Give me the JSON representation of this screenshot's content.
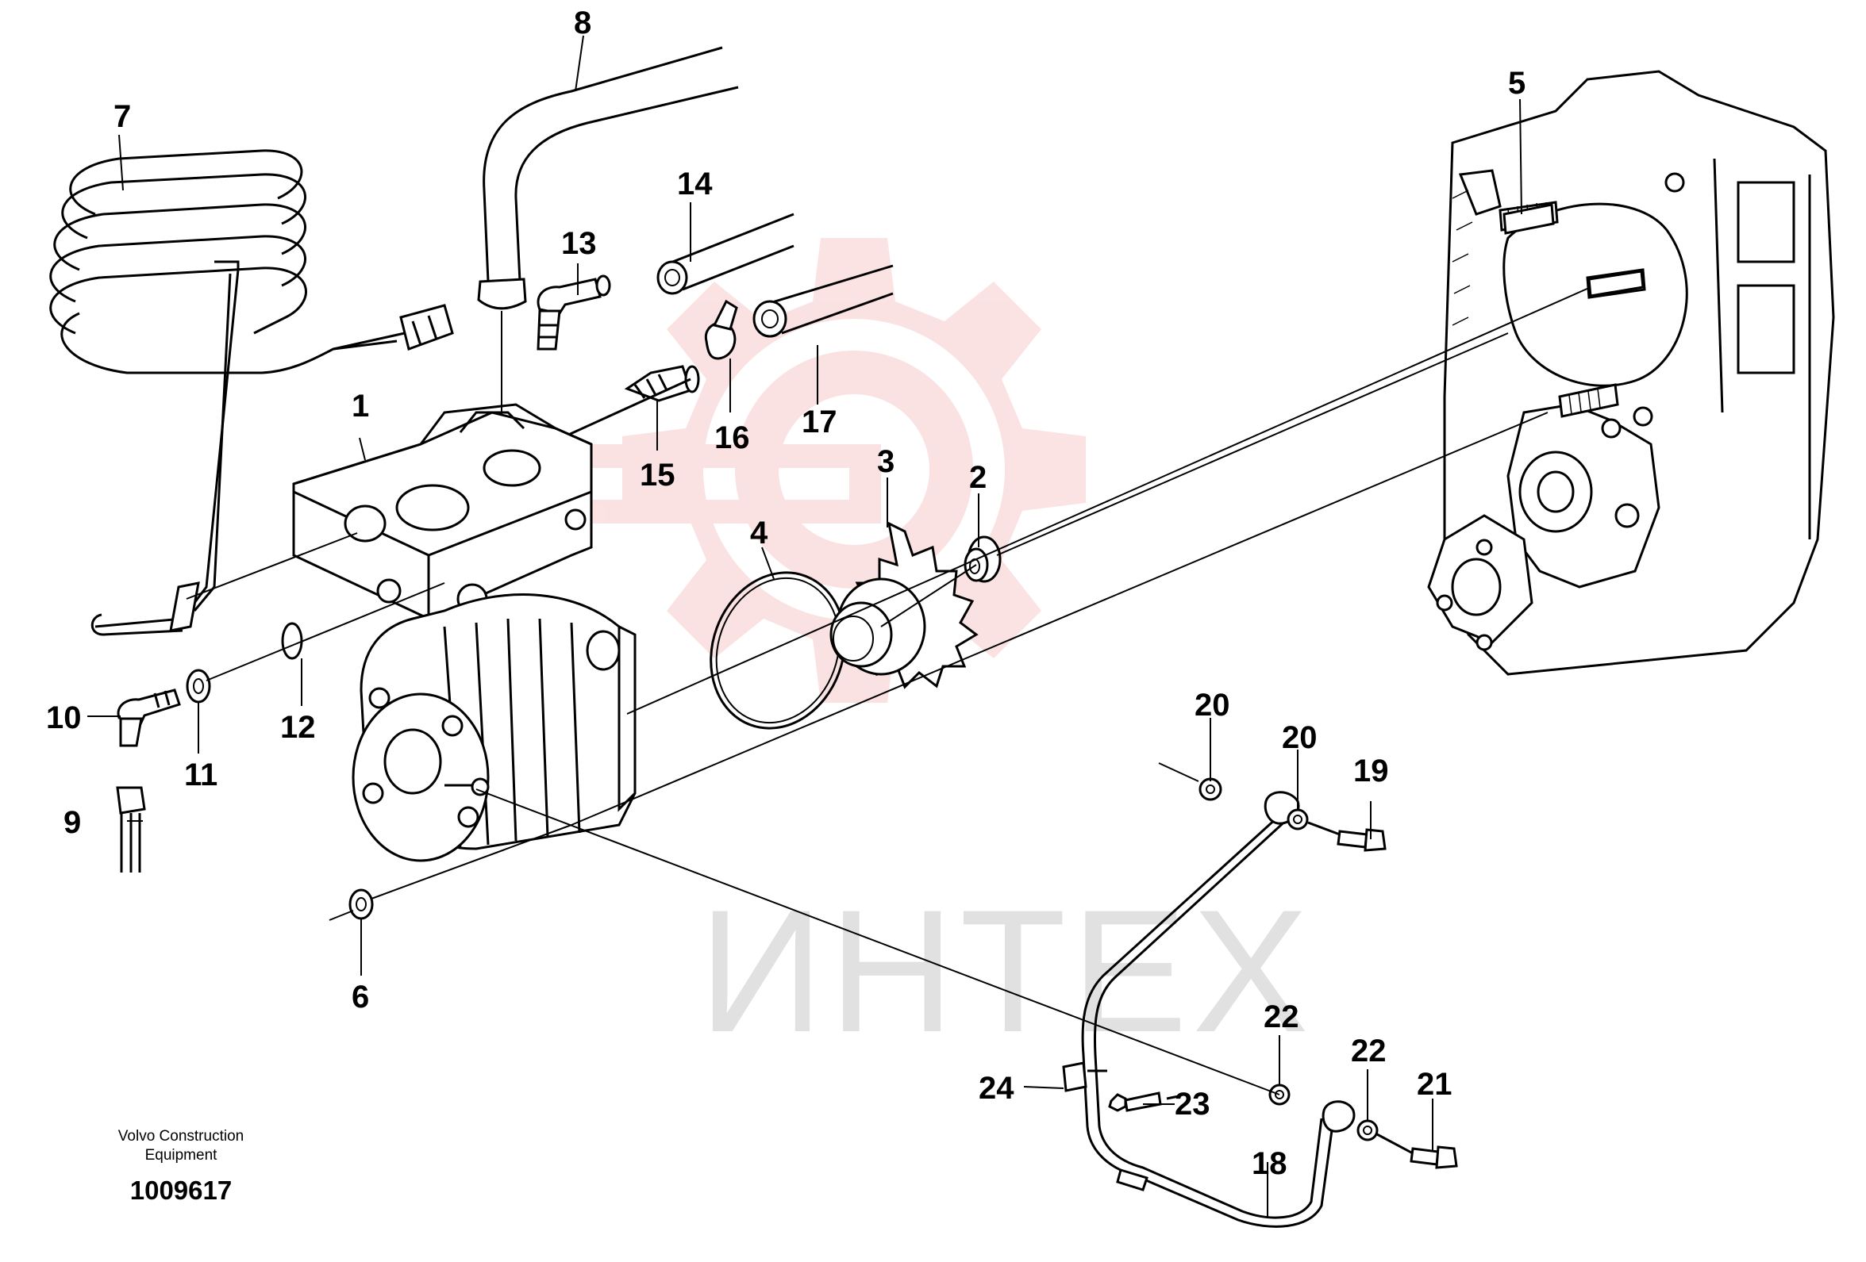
{
  "watermark": {
    "text": "ИНТЕХ",
    "color": "#f29a9a"
  },
  "caption": {
    "company_line1": "Volvo Construction",
    "company_line2": "Equipment",
    "drawing_number": "1009617"
  },
  "callouts": {
    "c1": "1",
    "c2": "2",
    "c3": "3",
    "c4": "4",
    "c5": "5",
    "c6": "6",
    "c7": "7",
    "c8": "8",
    "c9": "9",
    "c10": "10",
    "c11": "11",
    "c12": "12",
    "c13": "13",
    "c14": "14",
    "c15": "15",
    "c16": "16",
    "c17": "17",
    "c18": "18",
    "c19": "19",
    "c20a": "20",
    "c20b": "20",
    "c21": "21",
    "c22a": "22",
    "c22b": "22",
    "c23": "23",
    "c24": "24"
  }
}
